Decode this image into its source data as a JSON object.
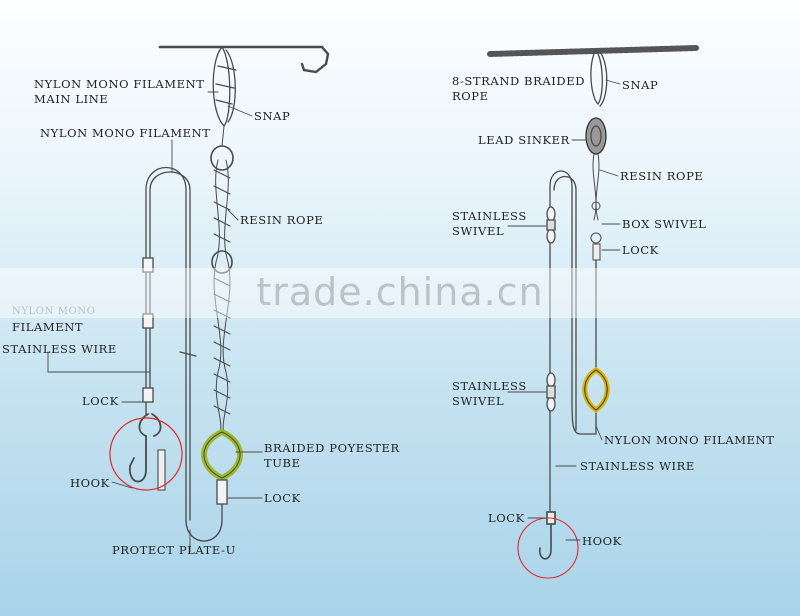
{
  "left": {
    "main_line": "NYLON MONO FILAMENT\nMAIN LINE",
    "nylon_mono": "NYLON MONO FILAMENT",
    "snap": "SNAP",
    "resin_rope": "RESIN ROPE",
    "filament_partial": "NYLON MONO",
    "filament": "FILAMENT",
    "stainless_wire": "STAINLESS WIRE",
    "lock_upper": "LOCK",
    "braided_tube": "BRAIDED POYESTER\nTUBE",
    "hook": "HOOK",
    "lock_lower": "LOCK",
    "protect_plate": "PROTECT PLATE-U"
  },
  "right": {
    "braided_rope": "8-STRAND BRAIDED\nROPE",
    "snap": "SNAP",
    "lead_sinker": "LEAD SINKER",
    "resin_rope": "RESIN ROPE",
    "stainless_swivel_upper": "STAINLESS\nSWIVEL",
    "box_swivel": "BOX SWIVEL",
    "lock_upper": "LOCK",
    "stainless_swivel_lower": "STAINLESS\nSWIVEL",
    "nylon_mono": "NYLON MONO FILAMENT",
    "stainless_wire": "STAINLESS WIRE",
    "lock_lower": "LOCK",
    "hook": "HOOK"
  },
  "watermark": "trade.china.cn",
  "colors": {
    "line": "#4a4a4a",
    "highlight_circle": "#e02a2a",
    "tube": "#c8e034"
  }
}
